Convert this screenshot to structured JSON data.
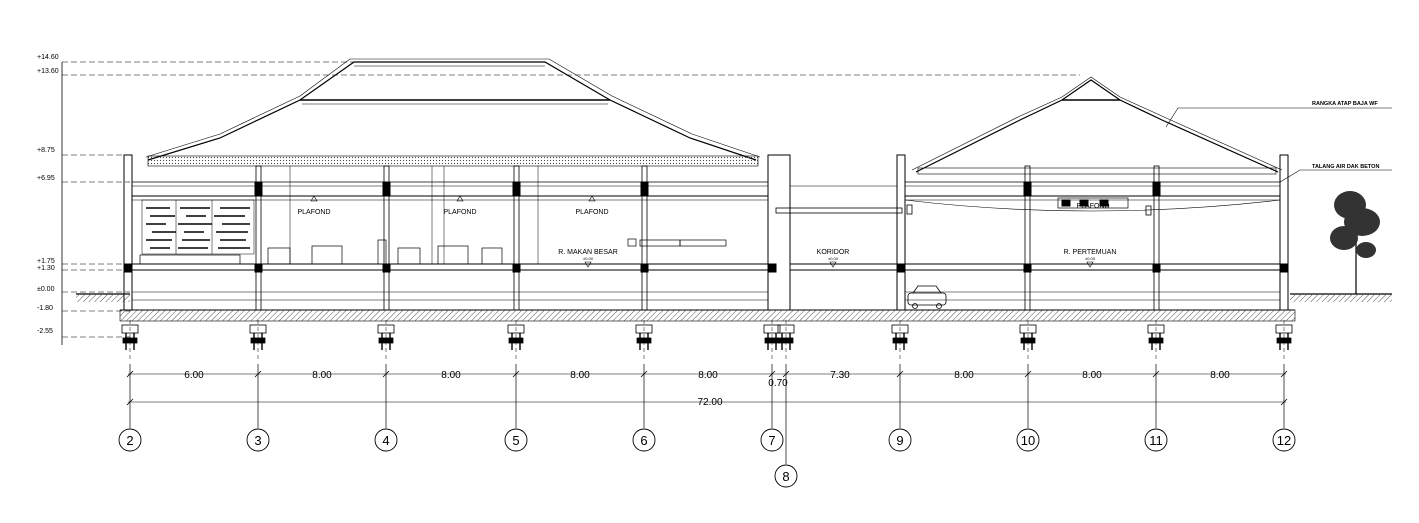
{
  "levels": [
    {
      "id": "l1460",
      "label": "+14.60"
    },
    {
      "id": "l1360",
      "label": "+13.60"
    },
    {
      "id": "l875",
      "label": "+8.75"
    },
    {
      "id": "l695",
      "label": "+6.95"
    },
    {
      "id": "l175",
      "label": "+1.75"
    },
    {
      "id": "l130",
      "label": "+1.30"
    },
    {
      "id": "l000",
      "label": "±0.00"
    },
    {
      "id": "lm180",
      "label": "-1.80"
    },
    {
      "id": "lm255",
      "label": "-2.55"
    }
  ],
  "rooms": {
    "plafond_1": "PLAFOND",
    "plafond_2": "PLAFOND",
    "plafond_3": "PLAFOND",
    "plafond_4": "PLAFOND",
    "ruang_makan": "R. MAKAN BESAR",
    "ruang_makan_level": "±0.00",
    "koridor": "KORIDOR",
    "koridor_level": "±0.00",
    "ruang_pertemuan": "R. PERTEMUAN",
    "ruang_pertemuan_level": "±0.00"
  },
  "annotations": {
    "rangka": "RANGKA ATAP BAJA WF",
    "talang": "TALANG AIR DAK BETON"
  },
  "dimensions": [
    "6.00",
    "8.00",
    "8.00",
    "8.00",
    "8.00",
    "0.70",
    "7.30",
    "8.00",
    "8.00",
    "8.00"
  ],
  "total_dimension": "72.00",
  "grid_labels": [
    "2",
    "3",
    "4",
    "5",
    "6",
    "7",
    "8",
    "9",
    "10",
    "11",
    "12"
  ],
  "colors": {
    "line": "#000000",
    "hatch": "#555555",
    "background": "#ffffff"
  }
}
